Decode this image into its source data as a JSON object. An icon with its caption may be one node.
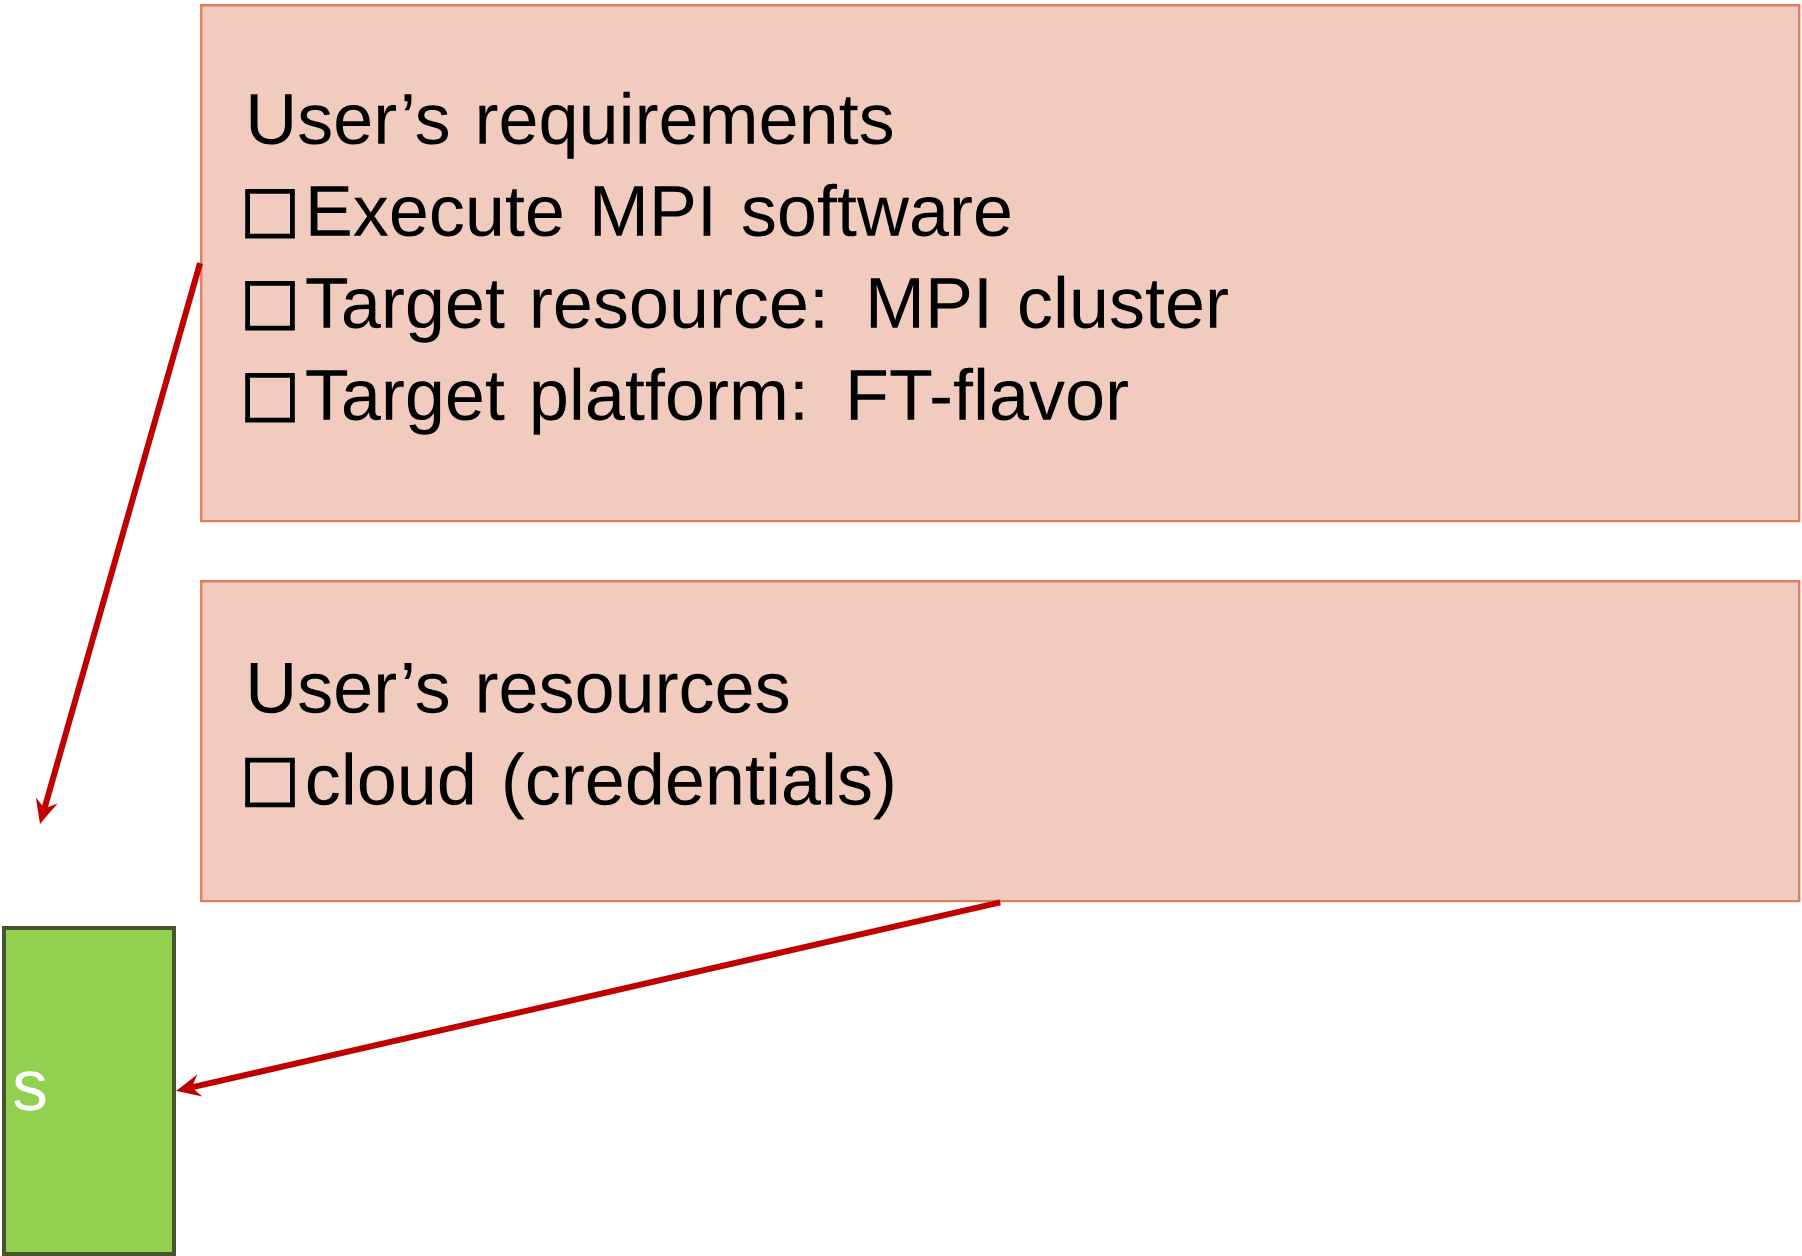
{
  "diagram": {
    "nodes": [
      {
        "text": [
          "User’s requirements",
          "Execute MPI software",
          "Target resource: MPI cluster",
          "Target platform: FT-flavor"
        ]
      },
      {
        "text": [
          "User’s resources",
          "cloud (credentials)"
        ]
      },
      {
        "text": [
          "s"
        ]
      }
    ],
    "edges": [
      {
        "from": 0,
        "to": null,
        "arrow": "to"
      },
      {
        "from": 1,
        "to": 2,
        "arrow": "to"
      }
    ]
  }
}
